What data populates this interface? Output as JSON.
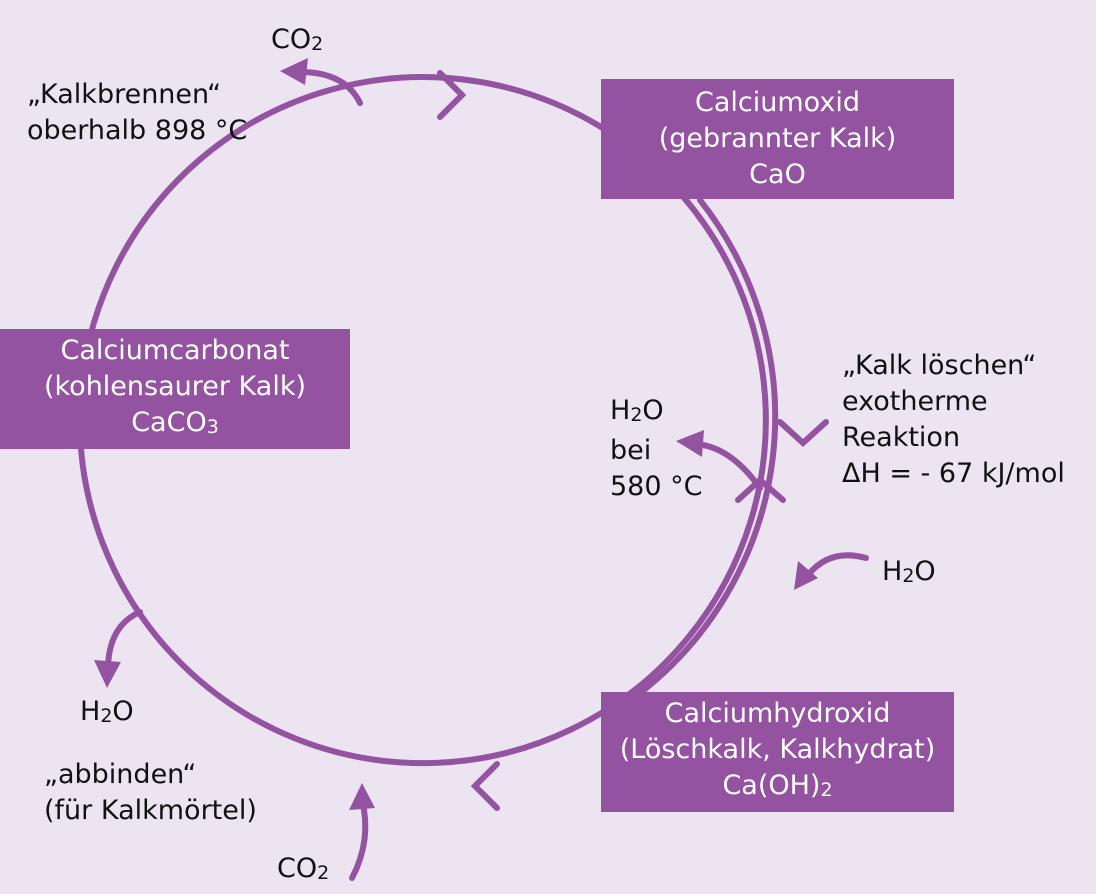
{
  "colors": {
    "background": "#ede4f1",
    "accent": "#9353a0",
    "text": "#111111"
  },
  "boxes": {
    "cao": {
      "name": "Calciumoxid",
      "common": "(gebrannter Kalk)",
      "formula": "CaO"
    },
    "caco3": {
      "name": "Calciumcarbonat",
      "common": "(kohlensaurer Kalk)",
      "formula_main": "CaCO",
      "formula_sub": "3"
    },
    "caoh2": {
      "name": "Calciumhydroxid",
      "common": "(Löschkalk, Kalkhydrat)",
      "formula_main": "Ca(OH)",
      "formula_sub": "2"
    }
  },
  "labels": {
    "kalkbrennen": {
      "line1": "„Kalkbrennen“",
      "line2": "oberhalb 898 °C"
    },
    "co2_top": {
      "main": "CO",
      "sub": "2"
    },
    "kalk_loeschen": {
      "line1": "„Kalk löschen“",
      "line2": "exotherme",
      "line3": "Reaktion",
      "line4": "ΔH = - 67 kJ/mol"
    },
    "h2o_580": {
      "main1": "H",
      "sub": "2",
      "main2": "O",
      "line2": "bei",
      "line3": "580 °C"
    },
    "h2o_right": {
      "main1": "H",
      "sub": "2",
      "main2": "O"
    },
    "h2o_left": {
      "main1": "H",
      "sub": "2",
      "main2": "O"
    },
    "abbinden": {
      "line1": "„abbinden“",
      "line2": "(für Kalkmörtel)"
    },
    "co2_bottom": {
      "main": "CO",
      "sub": "2"
    }
  }
}
